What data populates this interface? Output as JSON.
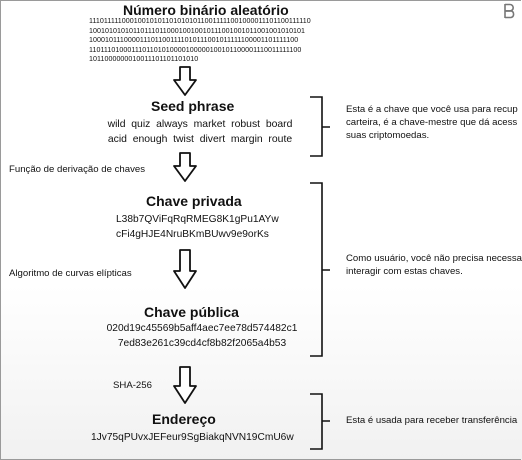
{
  "random_binary": {
    "title": "Número binário aleatório",
    "bits": "1110111110001001010110101010110011111001000011101100111110\n1001010101011011101100010010010111001001011001001010101\n1000101110000111011001111010111001011111100001101111100\n1101110100011101101010000100000100101100001110011111100\n1011000000010011101101101010"
  },
  "seed_phrase": {
    "title": "Seed phrase",
    "words": "wild  quiz  always  market  robust  board\nacid  enough  twist  divert  margin  route",
    "note": "Esta é a chave que você usa para recup\ncarteira, é a chave-mestre que dá acess\nsuas criptomoedas."
  },
  "step_derivation": "Função de derivação de chaves",
  "private_key": {
    "title": "Chave privada",
    "value": "L38b7QViFqRqRMEG8K1gPu1AYw\ncFi4gHJE4NruBKmBUwv9e9orKs"
  },
  "step_ecc": "Algoritmo de curvas elípticas",
  "public_key": {
    "title": "Chave pública",
    "value": "020d19c45569b5aff4aec7ee78d574482c1\n7ed83e261c39cd4cf8b82f2065a4b53"
  },
  "keys_note": "Como usuário, você não precisa necessa\ninteragir com estas chaves.",
  "step_hash": "SHA-256",
  "address": {
    "title": "Endereço",
    "value": "1Jv75qPUvxJEFeur9SgBiakqNVN19CmU6w",
    "note": "Esta é usada para receber transferência"
  },
  "logo_icon": "brand-logo-icon"
}
